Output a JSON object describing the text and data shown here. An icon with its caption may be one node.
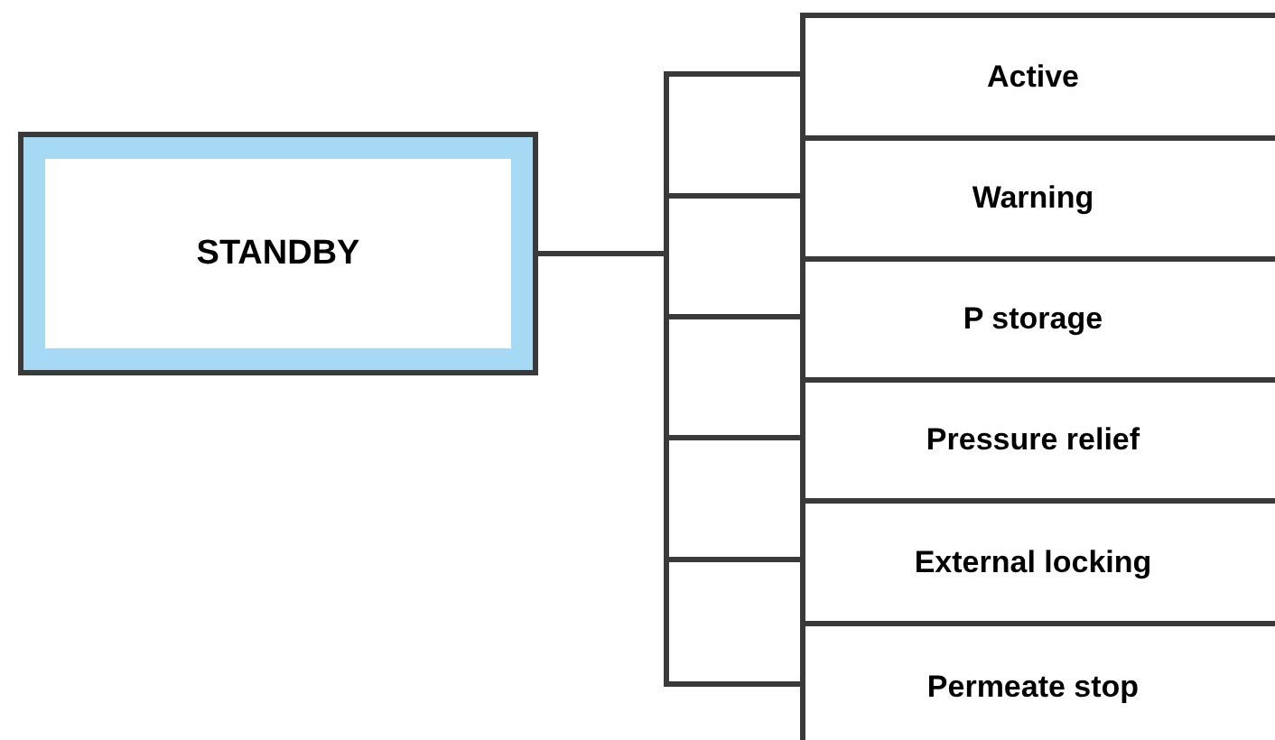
{
  "diagram": {
    "nodes": [
      {
        "text": [
          "STANDBY"
        ]
      },
      {
        "text": [
          "Active"
        ]
      },
      {
        "text": [
          "Warning"
        ]
      },
      {
        "text": [
          "P storage"
        ]
      },
      {
        "text": [
          "Pressure relief"
        ]
      },
      {
        "text": [
          "External locking"
        ]
      },
      {
        "text": [
          "Permeate stop"
        ]
      }
    ],
    "edges": [
      {
        "from": 0,
        "to": 1,
        "arrow": "none"
      },
      {
        "from": 0,
        "to": 2,
        "arrow": "none"
      },
      {
        "from": 0,
        "to": 3,
        "arrow": "none"
      },
      {
        "from": 0,
        "to": 4,
        "arrow": "none"
      },
      {
        "from": 0,
        "to": 5,
        "arrow": "none"
      },
      {
        "from": 0,
        "to": 6,
        "arrow": "none"
      }
    ]
  }
}
